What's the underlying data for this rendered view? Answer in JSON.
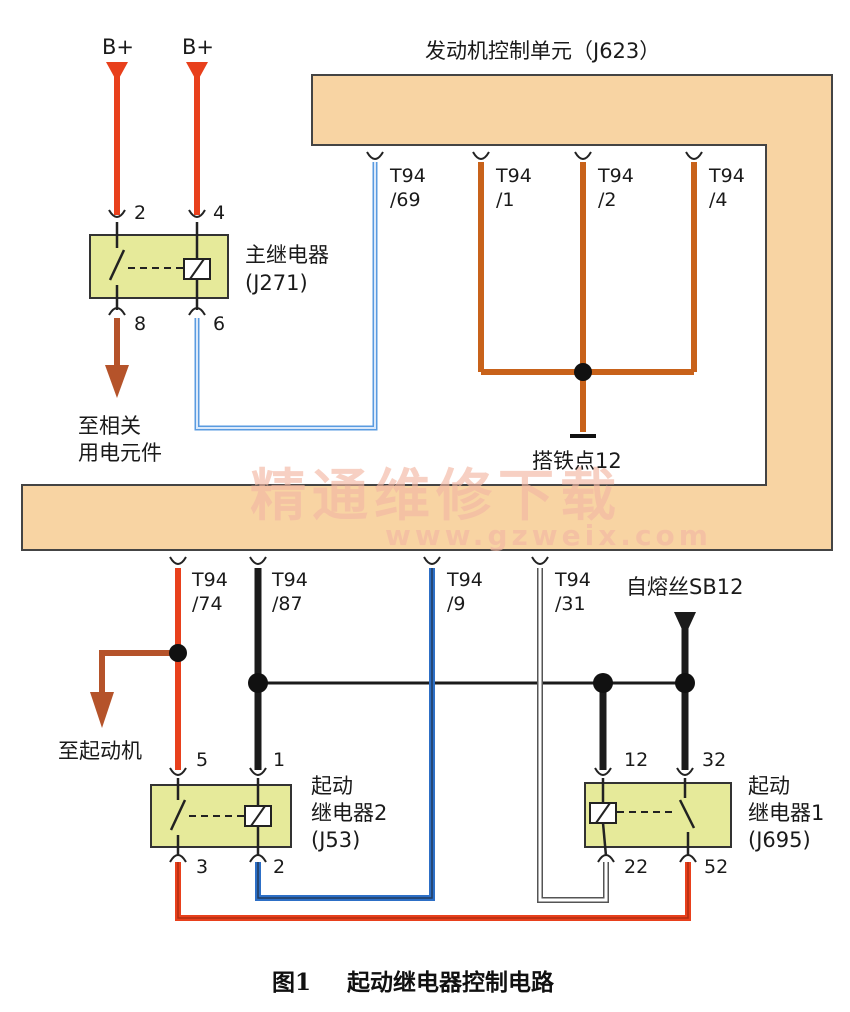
{
  "supply": {
    "bplus_left": "B+",
    "bplus_right": "B+",
    "fuse": "自熔丝SB12"
  },
  "ecu": {
    "title": "发动机控制单元（J623）"
  },
  "main_relay": {
    "name": "主继电器",
    "code": "(J271)",
    "pins": {
      "top_left": "2",
      "top_right": "4",
      "bottom_left": "8",
      "bottom_right": "6"
    }
  },
  "start_relay_2": {
    "name_line1": "起动",
    "name_line2": "继电器2",
    "code": "(J53)",
    "pins": {
      "top_left": "5",
      "top_right": "1",
      "bottom_left": "3",
      "bottom_right": "2"
    }
  },
  "start_relay_1": {
    "name_line1": "起动",
    "name_line2": "继电器1",
    "code": "(J695)",
    "pins": {
      "top_left": "12",
      "top_right": "32",
      "bottom_left": "22",
      "bottom_right": "52"
    }
  },
  "connectors": {
    "t69": {
      "a": "T94",
      "b": "/69"
    },
    "t1": {
      "a": "T94",
      "b": "/1"
    },
    "t2": {
      "a": "T94",
      "b": "/2"
    },
    "t4": {
      "a": "T94",
      "b": "/4"
    },
    "t74": {
      "a": "T94",
      "b": "/74"
    },
    "t87": {
      "a": "T94",
      "b": "/87"
    },
    "t9": {
      "a": "T94",
      "b": "/9"
    },
    "t31": {
      "a": "T94",
      "b": "/31"
    }
  },
  "labels": {
    "to_loads_1": "至相关",
    "to_loads_2": "用电元件",
    "ground": "搭铁点12",
    "to_starter": "至起动机"
  },
  "watermark": {
    "main": "精通维修下载",
    "url": "www.gzweix.com"
  },
  "caption": {
    "fig": "图1",
    "title": "起动继电器控制电路"
  },
  "colors": {
    "ecu_fill": "#f8d4a3",
    "relay_fill": "#e6ea9a",
    "red_wire": "#e8401c",
    "brown_wire": "#c8621a",
    "blue_wire": "#2d6fc6",
    "light_blue_wire": "#5a9be0",
    "black_wire": "#1b1b1b"
  }
}
